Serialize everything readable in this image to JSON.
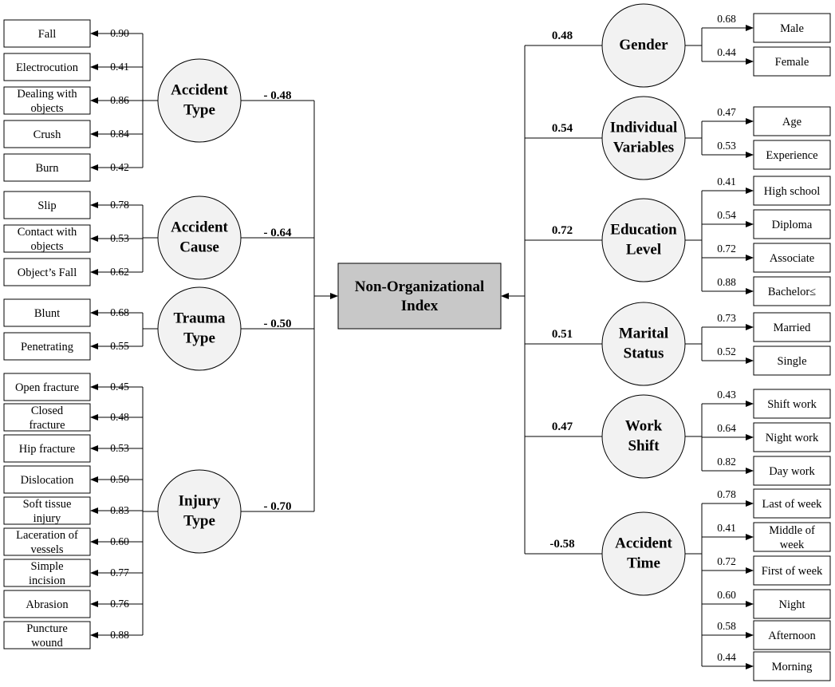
{
  "center": {
    "lines": [
      "Non-Organizational",
      "Index"
    ]
  },
  "left_factors": [
    {
      "lines": [
        "Accident",
        "Type"
      ],
      "path": "- 0.48",
      "indicators": [
        {
          "lines": [
            "Fall"
          ],
          "loading": "0.90"
        },
        {
          "lines": [
            "Electrocution"
          ],
          "loading": "0.41"
        },
        {
          "lines": [
            "Dealing with",
            "objects"
          ],
          "loading": "0.86"
        },
        {
          "lines": [
            "Crush"
          ],
          "loading": "0.84"
        },
        {
          "lines": [
            "Burn"
          ],
          "loading": "0.42"
        }
      ]
    },
    {
      "lines": [
        "Accident",
        "Cause"
      ],
      "path": "- 0.64",
      "indicators": [
        {
          "lines": [
            "Slip"
          ],
          "loading": "0.78"
        },
        {
          "lines": [
            "Contact with",
            "objects"
          ],
          "loading": "0.53"
        },
        {
          "lines": [
            "Object’s Fall"
          ],
          "loading": "0.62"
        }
      ]
    },
    {
      "lines": [
        "Trauma",
        "Type"
      ],
      "path": "- 0.50",
      "indicators": [
        {
          "lines": [
            "Blunt"
          ],
          "loading": "0.68"
        },
        {
          "lines": [
            "Penetrating"
          ],
          "loading": "0.55"
        }
      ]
    },
    {
      "lines": [
        "Injury",
        "Type"
      ],
      "path": "- 0.70",
      "indicators": [
        {
          "lines": [
            "Open fracture"
          ],
          "loading": "0.45"
        },
        {
          "lines": [
            "Closed",
            "fracture"
          ],
          "loading": "0.48"
        },
        {
          "lines": [
            "Hip fracture"
          ],
          "loading": "0.53"
        },
        {
          "lines": [
            "Dislocation"
          ],
          "loading": "0.50"
        },
        {
          "lines": [
            "Soft tissue",
            "injury"
          ],
          "loading": "0.83"
        },
        {
          "lines": [
            "Laceration of",
            "vessels"
          ],
          "loading": "0.60"
        },
        {
          "lines": [
            "Simple",
            "incision"
          ],
          "loading": "0.77"
        },
        {
          "lines": [
            "Abrasion"
          ],
          "loading": "0.76"
        },
        {
          "lines": [
            "Puncture",
            "wound"
          ],
          "loading": "0.88"
        }
      ]
    }
  ],
  "right_factors": [
    {
      "lines": [
        "Gender"
      ],
      "path": "0.48",
      "indicators": [
        {
          "lines": [
            "Male"
          ],
          "loading": "0.68"
        },
        {
          "lines": [
            "Female"
          ],
          "loading": "0.44"
        }
      ]
    },
    {
      "lines": [
        "Individual",
        "Variables"
      ],
      "path": "0.54",
      "indicators": [
        {
          "lines": [
            "Age"
          ],
          "loading": "0.47"
        },
        {
          "lines": [
            "Experience"
          ],
          "loading": "0.53"
        }
      ]
    },
    {
      "lines": [
        "Education",
        "Level"
      ],
      "path": "0.72",
      "indicators": [
        {
          "lines": [
            "High school"
          ],
          "loading": "0.41"
        },
        {
          "lines": [
            "Diploma"
          ],
          "loading": "0.54"
        },
        {
          "lines": [
            "Associate"
          ],
          "loading": "0.72"
        },
        {
          "lines": [
            "Bachelor≤"
          ],
          "loading": "0.88"
        }
      ]
    },
    {
      "lines": [
        "Marital",
        "Status"
      ],
      "path": "0.51",
      "indicators": [
        {
          "lines": [
            "Married"
          ],
          "loading": "0.73"
        },
        {
          "lines": [
            "Single"
          ],
          "loading": "0.52"
        }
      ]
    },
    {
      "lines": [
        "Work",
        "Shift"
      ],
      "path": "0.47",
      "indicators": [
        {
          "lines": [
            "Shift work"
          ],
          "loading": "0.43"
        },
        {
          "lines": [
            "Night work"
          ],
          "loading": "0.64"
        },
        {
          "lines": [
            "Day work"
          ],
          "loading": "0.82"
        }
      ]
    },
    {
      "lines": [
        "Accident",
        "Time"
      ],
      "path": "-0.58",
      "indicators": [
        {
          "lines": [
            "Last of week"
          ],
          "loading": "0.78"
        },
        {
          "lines": [
            "Middle of",
            "week"
          ],
          "loading": "0.41"
        },
        {
          "lines": [
            "First of week"
          ],
          "loading": "0.72"
        },
        {
          "lines": [
            "Night"
          ],
          "loading": "0.60"
        },
        {
          "lines": [
            "Afternoon"
          ],
          "loading": "0.58"
        },
        {
          "lines": [
            "Morning"
          ],
          "loading": "0.44"
        }
      ]
    }
  ]
}
